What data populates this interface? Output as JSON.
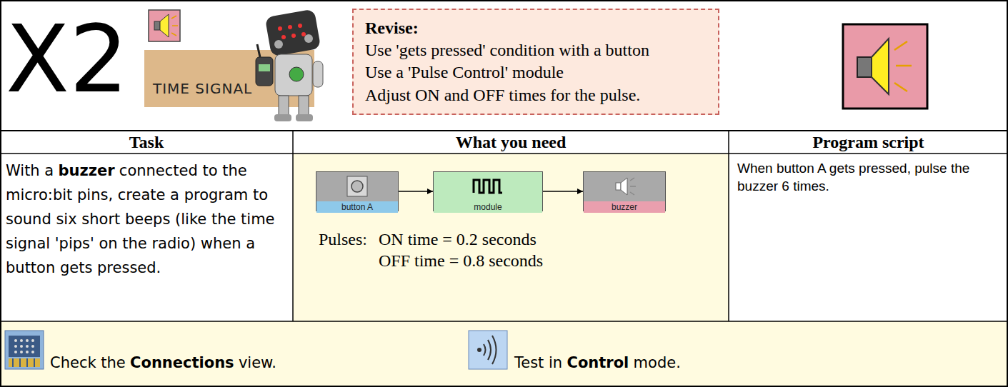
{
  "diagram": {
    "title": "X2",
    "nodes": [
      {
        "text": [
          "Revise:",
          "Use 'gets pressed' condition with a button",
          "Use a 'Pulse Control' module",
          "Adjust ON and OFF times for the pulse."
        ]
      },
      {
        "text": [
          "button A"
        ]
      },
      {
        "text": [
          "module"
        ]
      },
      {
        "text": [
          "buzzer"
        ]
      }
    ],
    "edges": [
      {
        "from": 1,
        "to": 2,
        "arrow": "to"
      },
      {
        "from": 2,
        "to": 3,
        "arrow": "to"
      }
    ],
    "labels": [
      "TIME SIGNAL",
      "Task",
      "What you need",
      "Program script",
      "With a",
      "buzzer",
      "connected to the micro:bit pins, create a program to sound six short beeps (like the time signal 'pips' on the radio) when a button gets pressed.",
      "Pulses:",
      "ON time = 0.2 seconds",
      "OFF time = 0.8 seconds",
      "When button A gets pressed, pulse the buzzer 6 times.",
      "Check the",
      "Connections",
      "view.",
      "Test in",
      "Control",
      "mode."
    ]
  }
}
